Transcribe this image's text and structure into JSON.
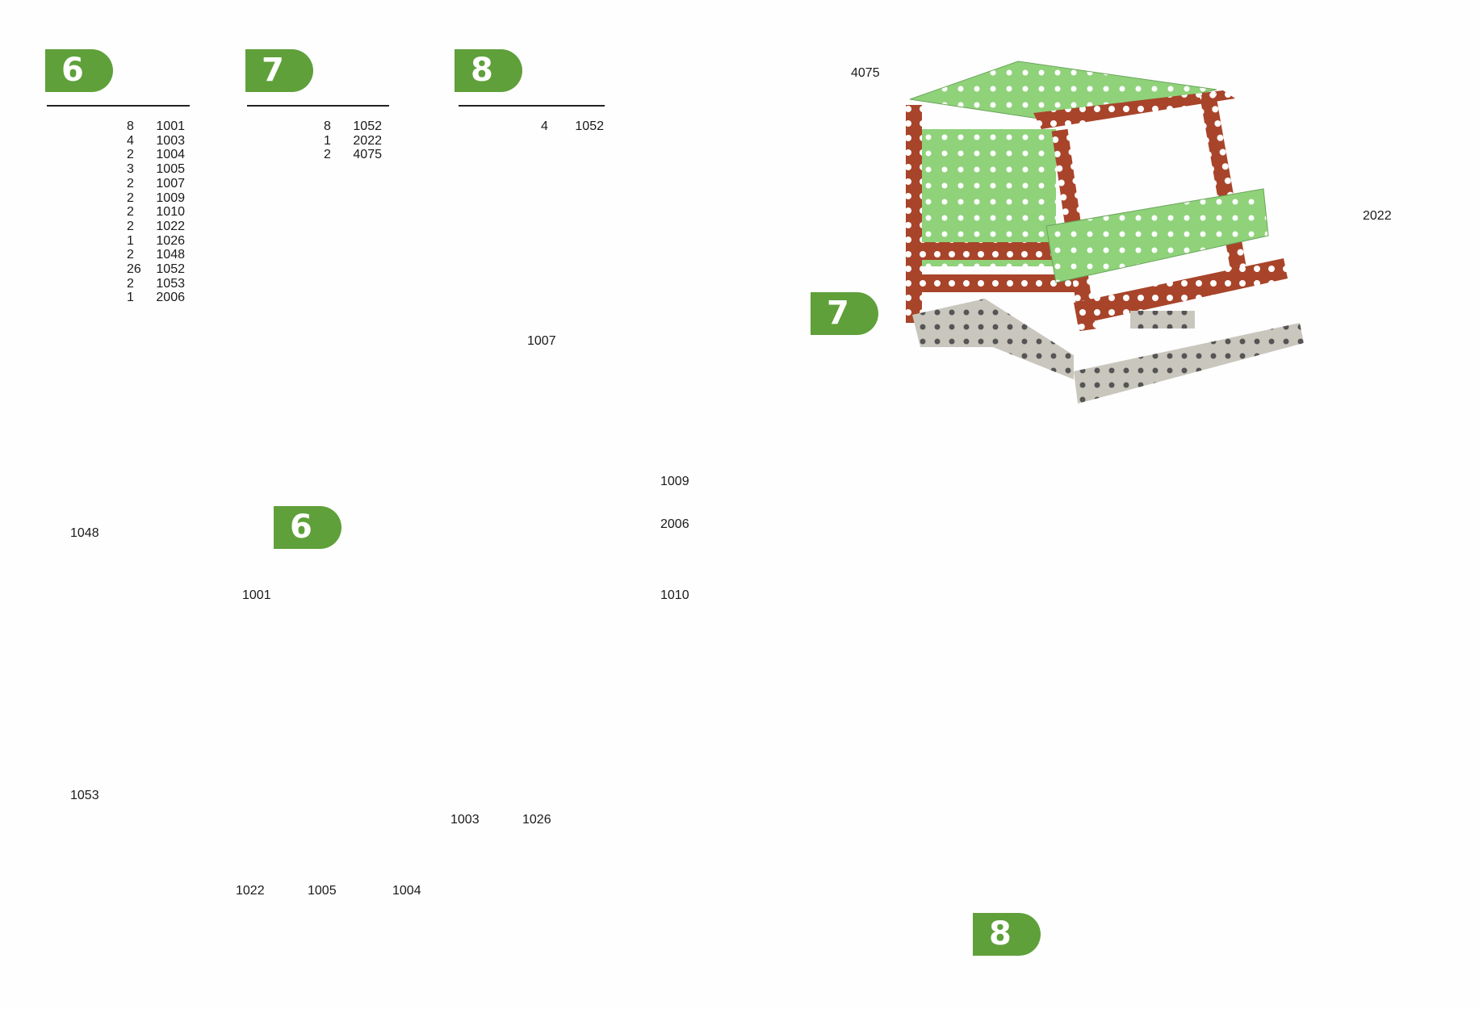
{
  "steps": [
    {
      "number": "6",
      "parts": [
        {
          "qty": "8",
          "part": "1001"
        },
        {
          "qty": "4",
          "part": "1003"
        },
        {
          "qty": "2",
          "part": "1004"
        },
        {
          "qty": "3",
          "part": "1005"
        },
        {
          "qty": "2",
          "part": "1007"
        },
        {
          "qty": "2",
          "part": "1009"
        },
        {
          "qty": "2",
          "part": "1010"
        },
        {
          "qty": "2",
          "part": "1022"
        },
        {
          "qty": "1",
          "part": "1026"
        },
        {
          "qty": "2",
          "part": "1048"
        },
        {
          "qty": "26",
          "part": "1052"
        },
        {
          "qty": "2",
          "part": "1053"
        },
        {
          "qty": "1",
          "part": "2006"
        }
      ]
    },
    {
      "number": "7",
      "parts": [
        {
          "qty": "8",
          "part": "1052"
        },
        {
          "qty": "1",
          "part": "2022"
        },
        {
          "qty": "2",
          "part": "4075"
        }
      ]
    },
    {
      "number": "8",
      "parts": [
        {
          "qty": "4",
          "part": "1052"
        }
      ]
    }
  ],
  "callouts": {
    "c4075": "4075",
    "c2022": "2022",
    "c1007": "1007",
    "c1009": "1009",
    "c2006": "2006",
    "c1010": "1010",
    "c1048": "1048",
    "c1001": "1001",
    "c1053": "1053",
    "c1022": "1022",
    "c1005": "1005",
    "c1004": "1004",
    "c1003": "1003",
    "c1026": "1026"
  },
  "colors": {
    "badge": "#5fa03a",
    "strip": "#a8442a",
    "plate": "#8fd27a",
    "silver": "#c9c7bd",
    "wheel": "#f2e22a"
  }
}
